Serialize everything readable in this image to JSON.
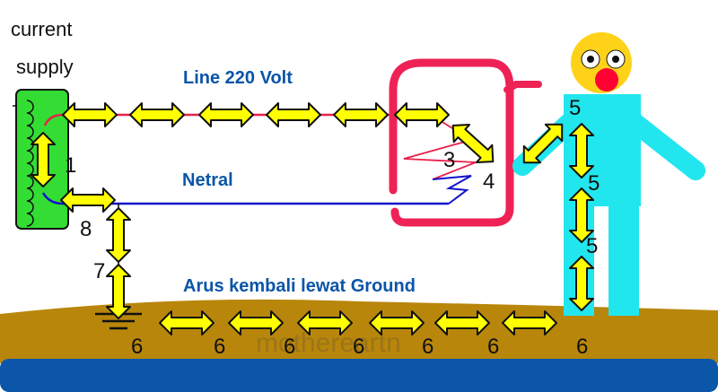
{
  "labels": {
    "source_line1": "current",
    "source_line2": "supply",
    "line": "Line 220 Volt",
    "neutral": "Netral",
    "ground_return": "Arus kembali lewat Ground",
    "earth": "mothereartn"
  },
  "markers": {
    "n1": "1",
    "n3": "3",
    "n4": "4",
    "n5a": "5",
    "n5b": "5",
    "n5c": "5",
    "n6a": "6",
    "n6b": "6",
    "n6c": "6",
    "n6d": "6",
    "n6e": "6",
    "n6f": "6",
    "n6g": "6",
    "n7": "7",
    "n8": "8"
  },
  "colors": {
    "source_box": "#33dd33",
    "line_wire": "#e8204a",
    "neutral_wire": "#1111cc",
    "heater": "#ee2255",
    "person": "#22e6ee",
    "face": "#ffd21a",
    "nose": "#ff0033",
    "earth": "#b8860b",
    "water": "#0b56a8",
    "arrow_fill": "#ffff00",
    "arrow_stroke": "#111111",
    "label_blue": "#0a55a8"
  }
}
